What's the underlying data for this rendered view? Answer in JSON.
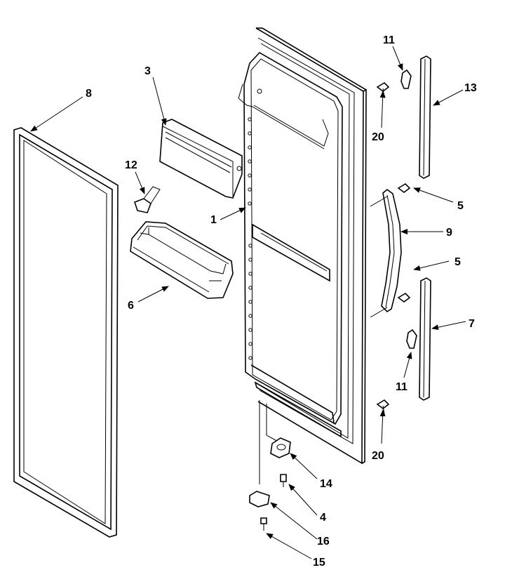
{
  "callouts": [
    {
      "id": "8",
      "label": "8"
    },
    {
      "id": "3",
      "label": "3"
    },
    {
      "id": "12",
      "label": "12"
    },
    {
      "id": "1",
      "label": "1"
    },
    {
      "id": "6",
      "label": "6"
    },
    {
      "id": "11-top",
      "label": "11"
    },
    {
      "id": "13",
      "label": "13"
    },
    {
      "id": "20-top",
      "label": "20"
    },
    {
      "id": "5-top",
      "label": "5"
    },
    {
      "id": "9",
      "label": "9"
    },
    {
      "id": "5-mid",
      "label": "5"
    },
    {
      "id": "7",
      "label": "7"
    },
    {
      "id": "11-bot",
      "label": "11"
    },
    {
      "id": "20-bot",
      "label": "20"
    },
    {
      "id": "14",
      "label": "14"
    },
    {
      "id": "4",
      "label": "4"
    },
    {
      "id": "16",
      "label": "16"
    },
    {
      "id": "15",
      "label": "15"
    }
  ]
}
